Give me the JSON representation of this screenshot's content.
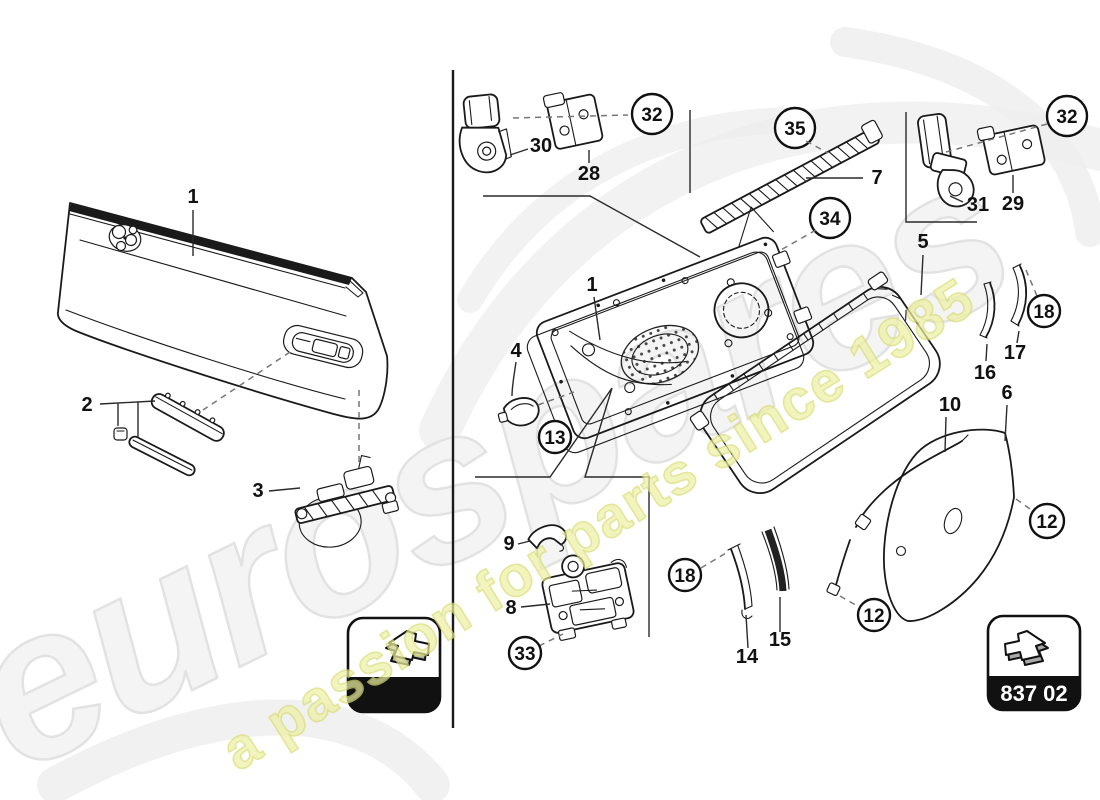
{
  "diagram": {
    "part_code": "837 02",
    "watermark": {
      "brand": "eurospares",
      "tagline": "a passion for parts since 1985",
      "tagline_color": "#dfe37d",
      "brand_color": "#e2e2e2"
    },
    "callouts": {
      "plain": {
        "n1_left": "1",
        "n2": "2",
        "n3": "3",
        "n30": "30",
        "n28": "28",
        "n7": "7",
        "n31": "31",
        "n29": "29",
        "n1_center": "1",
        "n4": "4",
        "n5": "5",
        "n16": "16",
        "n17": "17",
        "n6": "6",
        "n10": "10",
        "n9": "9",
        "n8": "8",
        "n14": "14",
        "n15": "15"
      },
      "circled": {
        "c32_left": "32",
        "c35": "35",
        "c34": "34",
        "c32_right": "32",
        "c13": "13",
        "c18_right": "18",
        "c18_left": "18",
        "c33": "33",
        "c12_right": "12",
        "c12_bottom": "12"
      }
    }
  }
}
